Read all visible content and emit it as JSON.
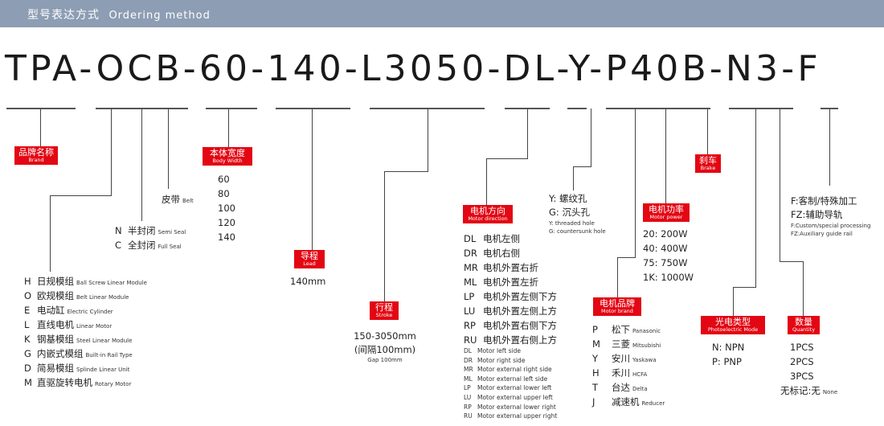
{
  "header": {
    "title": "型号表达方式",
    "subtitle": "Ordering method"
  },
  "code": "TPA-OCB-60-140-L3050-DL-Y-P40B-N3-F",
  "tags": {
    "brand": {
      "cn": "品牌名称",
      "en": "Brand"
    },
    "body_width": {
      "cn": "本体宽度",
      "en": "Body Width"
    },
    "lead": {
      "cn": "导程",
      "en": "Lead"
    },
    "stroke": {
      "cn": "行程",
      "en": "Stroke"
    },
    "motor_direction": {
      "cn": "电机方向",
      "en": "Motor direction"
    },
    "motor_brand": {
      "cn": "电机品牌",
      "en": "Motor brand"
    },
    "motor_power": {
      "cn": "电机功率",
      "en": "Motor power"
    },
    "brake": {
      "cn": "刹车",
      "en": "Brake"
    },
    "photoelectric": {
      "cn": "光电类型",
      "en": "Photoelectric Mode"
    },
    "quantity": {
      "cn": "数量",
      "en": "Quantity"
    }
  },
  "brand_types": [
    {
      "k": "H",
      "cn": "日规模组",
      "en": "Ball Screw Linear Module"
    },
    {
      "k": "O",
      "cn": "欧规模组",
      "en": "Belt Linear Module"
    },
    {
      "k": "E",
      "cn": "电动缸",
      "en": "Electric Cylinder"
    },
    {
      "k": "L",
      "cn": "直线电机",
      "en": "Linear Motor"
    },
    {
      "k": "K",
      "cn": "钢基模组",
      "en": "Steel Linear Module"
    },
    {
      "k": "G",
      "cn": "内嵌式模组",
      "en": "Built-in Rail Type"
    },
    {
      "k": "D",
      "cn": "简易模组",
      "en": "Splinde Linear Unit"
    },
    {
      "k": "M",
      "cn": "直驱旋转电机",
      "en": "Rotary Motor"
    }
  ],
  "seal": [
    {
      "k": "N",
      "cn": "半封闭",
      "en": "Semi Seal"
    },
    {
      "k": "C",
      "cn": "全封闭",
      "en": "Full Seal"
    }
  ],
  "belt": {
    "cn": "皮带",
    "en": "Belt"
  },
  "widths": [
    "60",
    "80",
    "100",
    "120",
    "140"
  ],
  "lead_value": "140mm",
  "stroke_values": {
    "range": "150-3050mm",
    "gap_cn": "(间隔100mm)",
    "gap_en": "Gap 100mm"
  },
  "directions_cn": [
    {
      "k": "DL",
      "v": "电机左侧"
    },
    {
      "k": "DR",
      "v": "电机右侧"
    },
    {
      "k": "MR",
      "v": "电机外置右折"
    },
    {
      "k": "ML",
      "v": "电机外置左折"
    },
    {
      "k": "LP",
      "v": "电机外置左侧下方"
    },
    {
      "k": "LU",
      "v": "电机外置左侧上方"
    },
    {
      "k": "RP",
      "v": "电机外置右侧下方"
    },
    {
      "k": "RU",
      "v": "电机外置右侧上方"
    }
  ],
  "directions_en": [
    {
      "k": "DL",
      "v": "Motor left side"
    },
    {
      "k": "DR",
      "v": "Motor right side"
    },
    {
      "k": "MR",
      "v": "Motor external right side"
    },
    {
      "k": "ML",
      "v": "Motor external left side"
    },
    {
      "k": "LP",
      "v": "Motor external lower left"
    },
    {
      "k": "LU",
      "v": "Motor external upper left"
    },
    {
      "k": "RP",
      "v": "Motor external lower right"
    },
    {
      "k": "RU",
      "v": "Motor external upper right"
    }
  ],
  "holes": {
    "y": "Y: 螺纹孔",
    "g": "G: 沉头孔",
    "y_en": "Y: threaded hole",
    "g_en": "G: countersunk hole"
  },
  "powers": [
    "20: 200W",
    "40: 400W",
    "75: 750W",
    "1K: 1000W"
  ],
  "motor_brands": [
    {
      "k": "P",
      "cn": "松下",
      "en": "Panasonic"
    },
    {
      "k": "M",
      "cn": "三菱",
      "en": "Mitsubishi"
    },
    {
      "k": "Y",
      "cn": "安川",
      "en": "Yaskawa"
    },
    {
      "k": "H",
      "cn": "禾川",
      "en": "HCFA"
    },
    {
      "k": "T",
      "cn": "台达",
      "en": "Delta"
    },
    {
      "k": "J",
      "cn": "减速机",
      "en": "Reducer"
    }
  ],
  "photo_types": [
    "N: NPN",
    "P: PNP"
  ],
  "quantities": [
    "1PCS",
    "2PCS",
    "3PCS"
  ],
  "quantity_none": {
    "cn": "无标记:无",
    "en": "None"
  },
  "custom": {
    "f": "F:客制/特殊加工",
    "fz": "FZ:辅助导轨",
    "f_en": "F:Custom/special processing",
    "fz_en": "FZ:Auxiliary guide rail"
  }
}
